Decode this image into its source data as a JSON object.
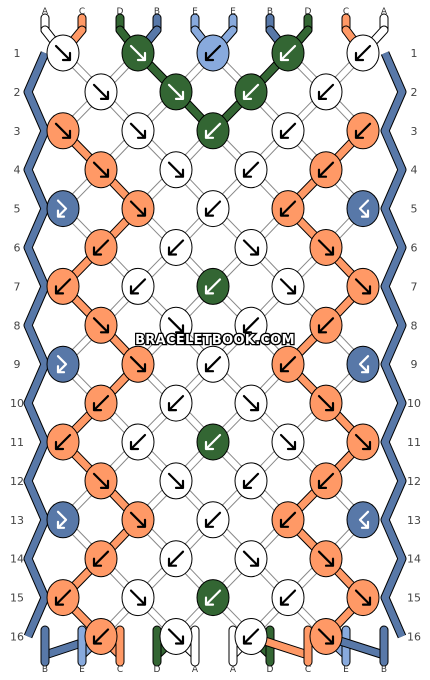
{
  "watermark": "BRACELETBOOK.COM",
  "colors": {
    "A": "#ffffff",
    "B": "#5878a8",
    "C": "#ff9966",
    "D": "#336633",
    "E": "#88aadd",
    "outline": "#000000"
  },
  "top_strands": [
    "A",
    "C",
    "D",
    "B",
    "E",
    "E",
    "B",
    "D",
    "C",
    "A"
  ],
  "bottom_strands": [
    "B",
    "E",
    "C",
    "D",
    "A",
    "A",
    "D",
    "C",
    "E",
    "B"
  ],
  "row_numbers": [
    "1",
    "2",
    "3",
    "4",
    "5",
    "6",
    "7",
    "8",
    "9",
    "10",
    "11",
    "12",
    "13",
    "14",
    "15",
    "16"
  ],
  "knot_rows": [
    [
      {
        "c": "A",
        "d": "se"
      },
      {
        "c": "D",
        "d": "se"
      },
      {
        "c": "E",
        "d": "sw"
      },
      {
        "c": "D",
        "d": "sw"
      },
      {
        "c": "A",
        "d": "sw"
      }
    ],
    [
      {
        "c": "A",
        "d": "se"
      },
      {
        "c": "D",
        "d": "se"
      },
      {
        "c": "D",
        "d": "sw"
      },
      {
        "c": "A",
        "d": "sw"
      }
    ],
    [
      {
        "c": "C",
        "d": "se"
      },
      {
        "c": "A",
        "d": "se"
      },
      {
        "c": "D",
        "d": "sw"
      },
      {
        "c": "A",
        "d": "sw"
      },
      {
        "c": "C",
        "d": "sw"
      }
    ],
    [
      {
        "c": "C",
        "d": "se"
      },
      {
        "c": "A",
        "d": "se"
      },
      {
        "c": "A",
        "d": "sw"
      },
      {
        "c": "C",
        "d": "sw"
      }
    ],
    [
      {
        "c": "B",
        "d": "se-sw"
      },
      {
        "c": "C",
        "d": "se"
      },
      {
        "c": "A",
        "d": "sw"
      },
      {
        "c": "C",
        "d": "sw"
      },
      {
        "c": "B",
        "d": "sw-se"
      }
    ],
    [
      {
        "c": "C",
        "d": "sw"
      },
      {
        "c": "A",
        "d": "sw"
      },
      {
        "c": "A",
        "d": "se"
      },
      {
        "c": "C",
        "d": "se"
      }
    ],
    [
      {
        "c": "C",
        "d": "sw"
      },
      {
        "c": "A",
        "d": "sw"
      },
      {
        "c": "D",
        "d": "sw"
      },
      {
        "c": "A",
        "d": "se"
      },
      {
        "c": "C",
        "d": "se"
      }
    ],
    [
      {
        "c": "C",
        "d": "se"
      },
      {
        "c": "A",
        "d": "se"
      },
      {
        "c": "A",
        "d": "sw"
      },
      {
        "c": "C",
        "d": "sw"
      }
    ],
    [
      {
        "c": "B",
        "d": "se-sw"
      },
      {
        "c": "C",
        "d": "se"
      },
      {
        "c": "A",
        "d": "sw"
      },
      {
        "c": "C",
        "d": "sw"
      },
      {
        "c": "B",
        "d": "sw-se"
      }
    ],
    [
      {
        "c": "C",
        "d": "sw"
      },
      {
        "c": "A",
        "d": "sw"
      },
      {
        "c": "A",
        "d": "se"
      },
      {
        "c": "C",
        "d": "se"
      }
    ],
    [
      {
        "c": "C",
        "d": "sw"
      },
      {
        "c": "A",
        "d": "sw"
      },
      {
        "c": "D",
        "d": "sw"
      },
      {
        "c": "A",
        "d": "se"
      },
      {
        "c": "C",
        "d": "se"
      }
    ],
    [
      {
        "c": "C",
        "d": "se"
      },
      {
        "c": "A",
        "d": "se"
      },
      {
        "c": "A",
        "d": "sw"
      },
      {
        "c": "C",
        "d": "sw"
      }
    ],
    [
      {
        "c": "B",
        "d": "se-sw"
      },
      {
        "c": "C",
        "d": "se"
      },
      {
        "c": "A",
        "d": "sw"
      },
      {
        "c": "C",
        "d": "sw"
      },
      {
        "c": "B",
        "d": "sw-se"
      }
    ],
    [
      {
        "c": "C",
        "d": "sw"
      },
      {
        "c": "A",
        "d": "sw"
      },
      {
        "c": "A",
        "d": "se"
      },
      {
        "c": "C",
        "d": "se"
      }
    ],
    [
      {
        "c": "C",
        "d": "sw"
      },
      {
        "c": "A",
        "d": "se"
      },
      {
        "c": "D",
        "d": "sw"
      },
      {
        "c": "A",
        "d": "sw"
      },
      {
        "c": "C",
        "d": "se"
      }
    ],
    [
      {
        "c": "C",
        "d": "sw"
      },
      {
        "c": "A",
        "d": "se"
      },
      {
        "c": "A",
        "d": "sw"
      },
      {
        "c": "C",
        "d": "se"
      }
    ]
  ]
}
